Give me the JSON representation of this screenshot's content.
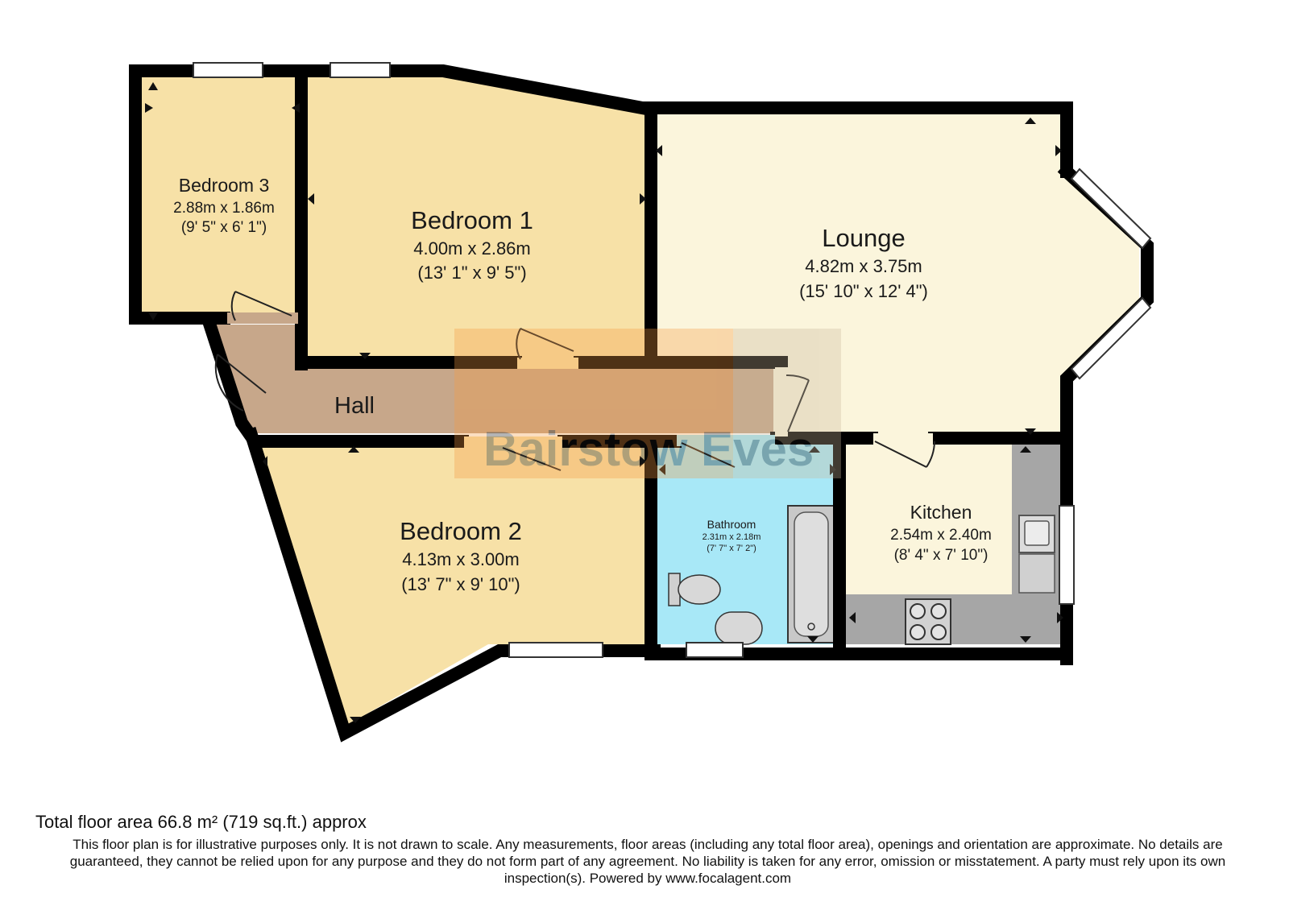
{
  "colors": {
    "wall": "#000000",
    "bedroom": "#f7e1a7",
    "bedroom_light": "#faeab8",
    "lounge": "#fbf5dc",
    "kitchen": "#fbf5dc",
    "bathroom": "#a8e8f7",
    "hall": "#c7a78a",
    "worktop": "#a6a6a6",
    "watermark_orange": "#f3a55e"
  },
  "rooms": {
    "bedroom3": {
      "name": "Bedroom 3",
      "metric": "2.88m x 1.86m",
      "imperial": "(9' 5\" x 6' 1\")"
    },
    "bedroom1": {
      "name": "Bedroom 1",
      "metric": "4.00m x 2.86m",
      "imperial": "(13' 1\" x 9' 5\")"
    },
    "lounge": {
      "name": "Lounge",
      "metric": "4.82m x 3.75m",
      "imperial": "(15' 10\" x 12' 4\")"
    },
    "hall": {
      "name": "Hall"
    },
    "bedroom2": {
      "name": "Bedroom 2",
      "metric": "4.13m x 3.00m",
      "imperial": "(13' 7\" x 9' 10\")"
    },
    "bathroom": {
      "name": "Bathroom",
      "metric": "2.31m x 2.18m",
      "imperial": "(7' 7\" x 7' 2\")"
    },
    "kitchen": {
      "name": "Kitchen",
      "metric": "2.54m x 2.40m",
      "imperial": "(8' 4\" x 7' 10\")"
    }
  },
  "watermark": "Bairstow Eves",
  "footer": {
    "total_area": "Total floor area 66.8 m² (719 sq.ft.) approx",
    "disclaimer": "This floor plan is for illustrative purposes only. It is not drawn to scale. Any measurements, floor areas (including any total floor area), openings and orientation are approximate. No details are guaranteed, they cannot be relied upon for any purpose and they do not form part of any agreement. No liability is taken for any error, omission or misstatement. A party must rely upon its own inspection(s). Powered by www.focalagent.com"
  }
}
